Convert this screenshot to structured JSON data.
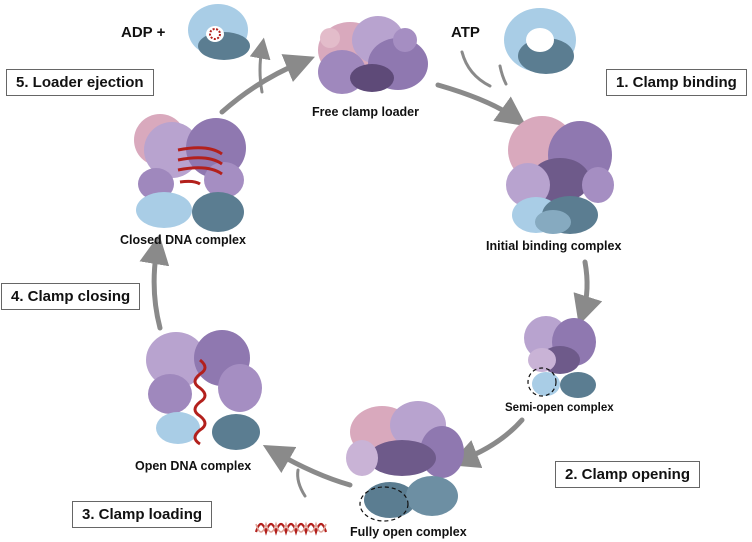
{
  "steps": {
    "step1": "1. Clamp binding",
    "step2": "2. Clamp opening",
    "step3": "3. Clamp loading",
    "step4": "4. Clamp closing",
    "step5": "5. Loader ejection"
  },
  "states": {
    "free": "Free clamp loader",
    "initial": "Initial binding complex",
    "semi_open": "Semi-open complex",
    "fully_open": "Fully open complex",
    "open_dna": "Open DNA complex",
    "closed_dna": "Closed DNA complex"
  },
  "inputs": {
    "atp": "ATP",
    "adp": "ADP +"
  },
  "colors": {
    "loader_purple": "#8f78b0",
    "loader_light": "#b8a3cf",
    "loader_pink": "#d9a9bd",
    "clamp_blue": "#a9cde6",
    "clamp_dark": "#5b7d91",
    "dna_red": "#b3201c",
    "arrow_gray": "#8a8a8a"
  }
}
